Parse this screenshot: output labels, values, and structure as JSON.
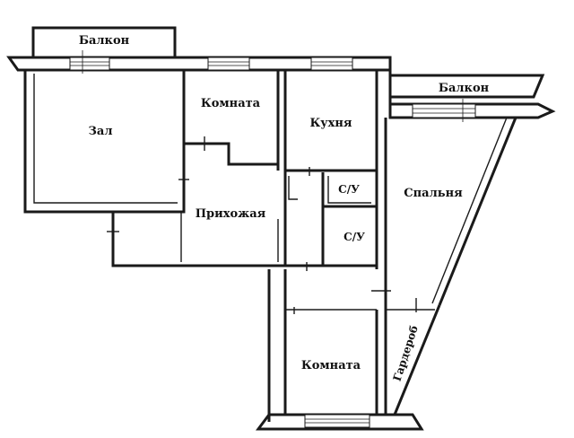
{
  "rooms": {
    "balcony_left": "Балкон",
    "balcony_right": "Балкон",
    "hall": "Зал",
    "room_top": "Комната",
    "kitchen": "Кухня",
    "bathroom_1": "С/У",
    "bathroom_2": "С/У",
    "hallway": "Прихожая",
    "bedroom": "Спальня",
    "wardrobe": "Гардероб",
    "room_bottom": "Комната"
  }
}
